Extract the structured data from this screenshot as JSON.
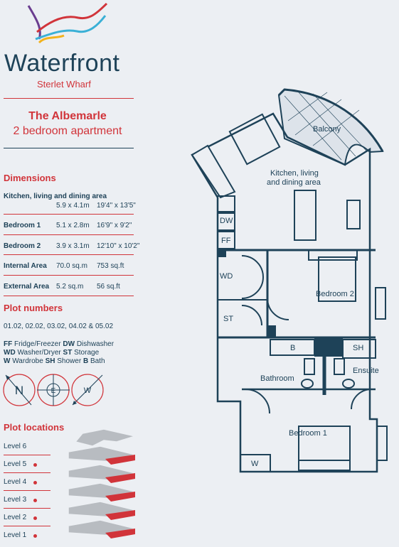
{
  "brand": {
    "name": "Waterfront",
    "subtitle": "Sterlet Wharf"
  },
  "apartment": {
    "name": "The Albemarle",
    "type": "2 bedroom apartment"
  },
  "dimensions": {
    "title": "Dimensions",
    "rows": [
      {
        "label": "Kitchen, living and dining area",
        "metric": "5.9 x 4.1m",
        "imperial": "19'4\" x 13'5\""
      },
      {
        "label": "Bedroom 1",
        "metric": "5.1 x 2.8m",
        "imperial": "16'9\" x 9'2\""
      },
      {
        "label": "Bedroom 2",
        "metric": "3.9 x 3.1m",
        "imperial": "12'10\" x 10'2\""
      },
      {
        "label": "Internal Area",
        "metric": "70.0 sq.m",
        "imperial": "753 sq.ft"
      },
      {
        "label": "External Area",
        "metric": "5.2 sq.m",
        "imperial": "56 sq.ft"
      }
    ]
  },
  "plot_numbers": {
    "title": "Plot numbers",
    "value": "01.02, 02.02, 03.02, 04.02 & 05.02"
  },
  "legend": {
    "line1": [
      {
        "abbr": "FF",
        "text": "Fridge/Freezer"
      },
      {
        "abbr": "DW",
        "text": "Dishwasher"
      }
    ],
    "line2": [
      {
        "abbr": "WD",
        "text": "Washer/Dryer"
      },
      {
        "abbr": "ST",
        "text": "Storage"
      }
    ],
    "line3": [
      {
        "abbr": "W",
        "text": "Wardrobe"
      },
      {
        "abbr": "SH",
        "text": "Shower"
      },
      {
        "abbr": "B",
        "text": "Bath"
      }
    ]
  },
  "compass": [
    "N",
    "E",
    "W"
  ],
  "plot_locations": {
    "title": "Plot locations",
    "levels": [
      {
        "label": "Level 6",
        "highlight": false
      },
      {
        "label": "Level 5",
        "highlight": true
      },
      {
        "label": "Level 4",
        "highlight": true
      },
      {
        "label": "Level 3",
        "highlight": true
      },
      {
        "label": "Level 2",
        "highlight": true
      },
      {
        "label": "Level 1",
        "highlight": true
      }
    ]
  },
  "floorplan": {
    "rooms": {
      "balcony": "Balcony",
      "kitchen_line1": "Kitchen, living",
      "kitchen_line2": "and dining area",
      "bedroom2": "Bedroom 2",
      "bathroom": "Bathroom",
      "ensuite": "Ensuite",
      "bedroom1": "Bedroom 1"
    },
    "fixtures": {
      "dw": "DW",
      "ff": "FF",
      "wd": "WD",
      "st": "ST",
      "b": "B",
      "sh": "SH",
      "w": "W"
    }
  },
  "colors": {
    "navy": "#1e4258",
    "red": "#d1343a",
    "background": "#eceff3"
  }
}
